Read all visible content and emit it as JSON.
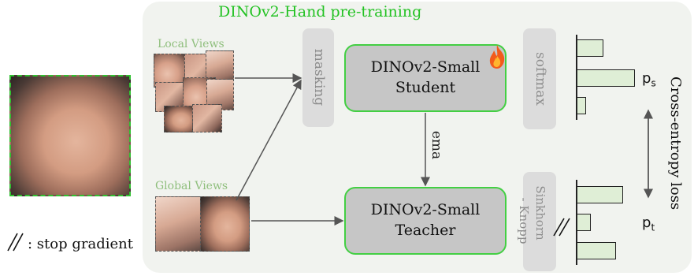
{
  "title": "DINOv2-Hand pre-training",
  "local_views_label": "Local Views",
  "global_views_label": "Global Views",
  "masking_label": "masking",
  "softmax_label": "softmax",
  "sinkhorn_label_1": "Sinkhorn",
  "sinkhorn_label_2": "- Knopp",
  "student": {
    "line1": "DINOv2-Small",
    "line2": "Student"
  },
  "teacher": {
    "line1": "DINOv2-Small",
    "line2": "Teacher"
  },
  "ema_label": "ema",
  "ps_label": {
    "base": "p",
    "sub": "s"
  },
  "pt_label": {
    "base": "p",
    "sub": "t"
  },
  "loss_label": "Cross-entropy loss",
  "stop_gradient_symbol": "//",
  "stop_gradient_label": ": stop gradient",
  "icons": {
    "fire": "fire-icon",
    "stop_gradient": "double-slash-icon"
  },
  "colors": {
    "accent_green": "#23c223",
    "panel_bg": "#f1f3ef",
    "model_fill": "#c6c6c6",
    "bar_fill": "#dfeed6"
  },
  "student_distribution": [
    0.35,
    0.95,
    0.15
  ],
  "teacher_distribution": [
    0.75,
    0.2,
    0.6
  ]
}
